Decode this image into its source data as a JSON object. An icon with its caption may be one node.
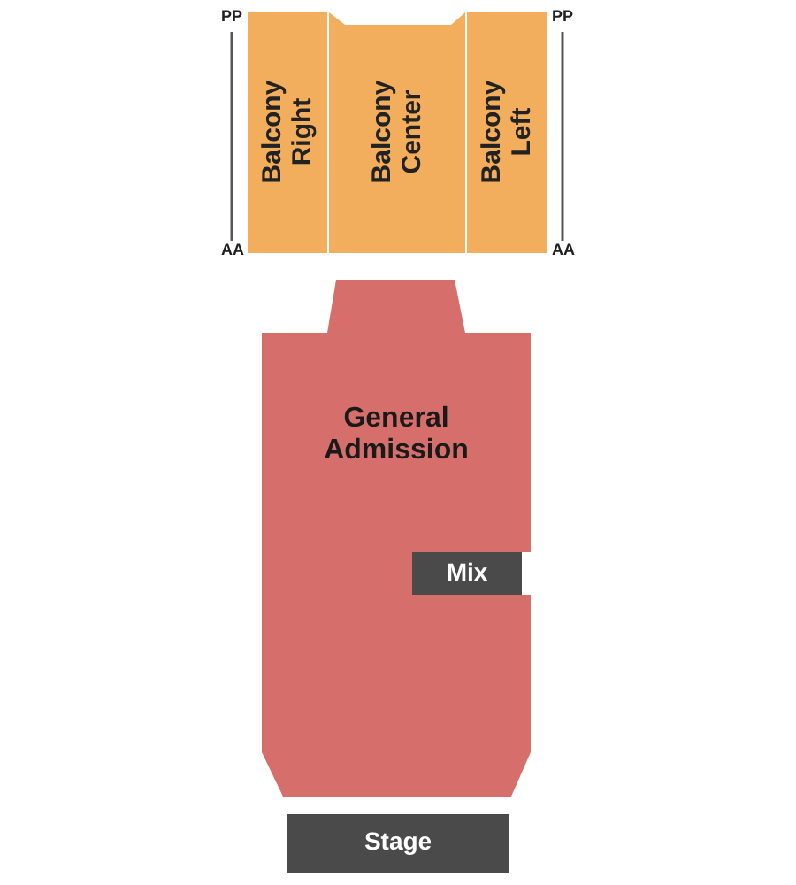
{
  "diagram": {
    "nodes": [
      {
        "text": [
          "Balcony Right"
        ]
      },
      {
        "text": [
          "Balcony Center"
        ]
      },
      {
        "text": [
          "Balcony Left"
        ]
      },
      {
        "text": [
          "General Admission"
        ]
      },
      {
        "text": [
          "Mix"
        ],
        "in": 3
      },
      {
        "text": [
          "Stage"
        ]
      }
    ],
    "labels": [
      "PP",
      "AA",
      "PP",
      "AA"
    ]
  }
}
